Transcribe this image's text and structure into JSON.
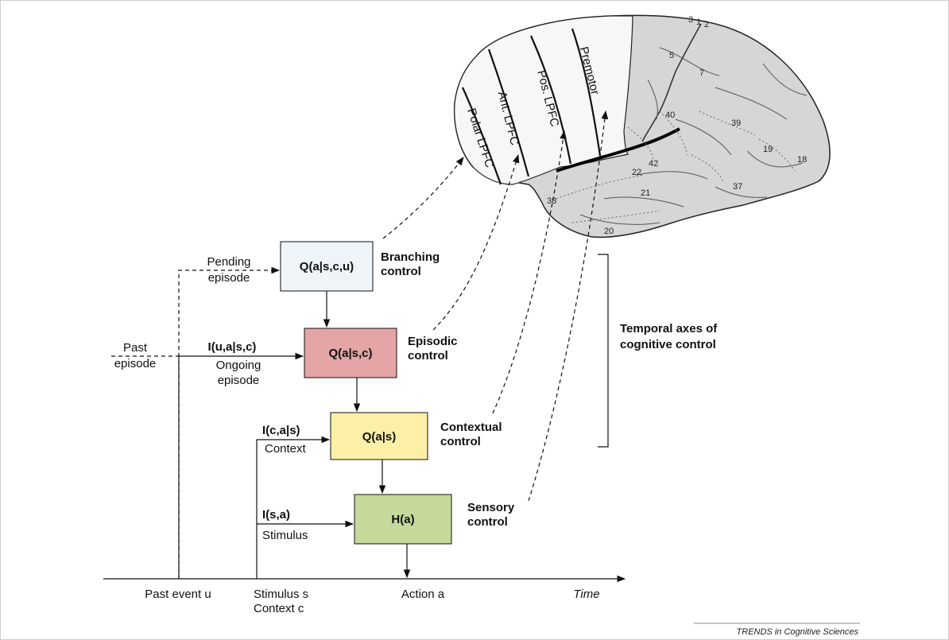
{
  "brain": {
    "regions": [
      "Polar LPFC",
      "Ant. LPFC",
      "Pos. LPFC",
      "Premotor"
    ],
    "area_numbers": [
      "3",
      "1",
      "2",
      "5",
      "7",
      "40",
      "39",
      "19",
      "18",
      "42",
      "22",
      "37",
      "21",
      "38",
      "20"
    ]
  },
  "inputs": {
    "pending": [
      "Pending",
      "episode"
    ],
    "past": [
      "Past",
      "episode"
    ],
    "ongoing": [
      "Ongoing",
      "episode"
    ],
    "context": "Context",
    "stimulus": "Stimulus"
  },
  "info_terms": {
    "episodic": "I(u,a|s,c)",
    "contextual": "I(c,a|s)",
    "sensory": "I(s,a)"
  },
  "boxes": {
    "branching": {
      "formula": "Q(a|s,c,u)",
      "label": [
        "Branching",
        "control"
      ],
      "color": "#eef4f7"
    },
    "episodic": {
      "formula": "Q(a|s,c)",
      "label": [
        "Episodic",
        "control"
      ],
      "color": "#e3a5a5"
    },
    "contextual": {
      "formula": "Q(a|s)",
      "label": [
        "Contextual",
        "control"
      ],
      "color": "#fbf0a6"
    },
    "sensory": {
      "formula": "H(a)",
      "label": [
        "Sensory",
        "control"
      ],
      "color": "#c5d99b"
    }
  },
  "temporal_axes_label": [
    "Temporal axes of",
    "cognitive control"
  ],
  "time_axis": {
    "label": "Time",
    "events": [
      "Past event u",
      "Stimulus s",
      "Context c",
      "Action a"
    ]
  },
  "credit": "TRENDS in Cognitive Sciences"
}
